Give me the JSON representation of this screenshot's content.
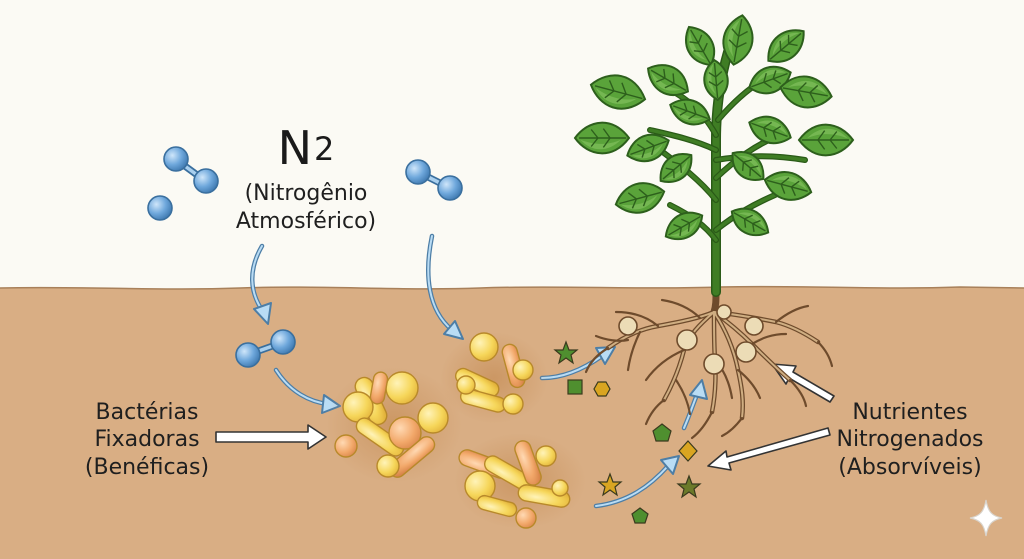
{
  "atmosphere": {
    "formula": "N",
    "subscript": "2",
    "name_line1": "(Nitrogênio",
    "name_line2": "Atmosférico)"
  },
  "bacteria_label": {
    "line1": "Bactérias",
    "line2": "Fixadoras",
    "line3": "(Benéficas)"
  },
  "nutrients_label": {
    "line1": "Nutrientes",
    "line2": "Nitrogenados",
    "line3": "(Absorvíveis)"
  },
  "colors": {
    "sky": "#fbfaf4",
    "soil": "#d9ae84",
    "soil_line": "#a8805a",
    "molecule": "#6fa8dc",
    "bacteria_yellow": "#f6d65a",
    "bacteria_orange": "#f2a86a",
    "leaf": "#5aa33a",
    "nutrient_green": "#4f8f2f",
    "nutrient_gold": "#d9a521"
  },
  "icons": [
    "nitrogen-molecule-icon",
    "bacteria-cluster-icon",
    "plant-icon",
    "root-nodule-icon",
    "nutrient-star-icon",
    "nutrient-pentagon-icon",
    "nutrient-hexagon-icon",
    "nutrient-diamond-icon",
    "sparkle-icon"
  ]
}
